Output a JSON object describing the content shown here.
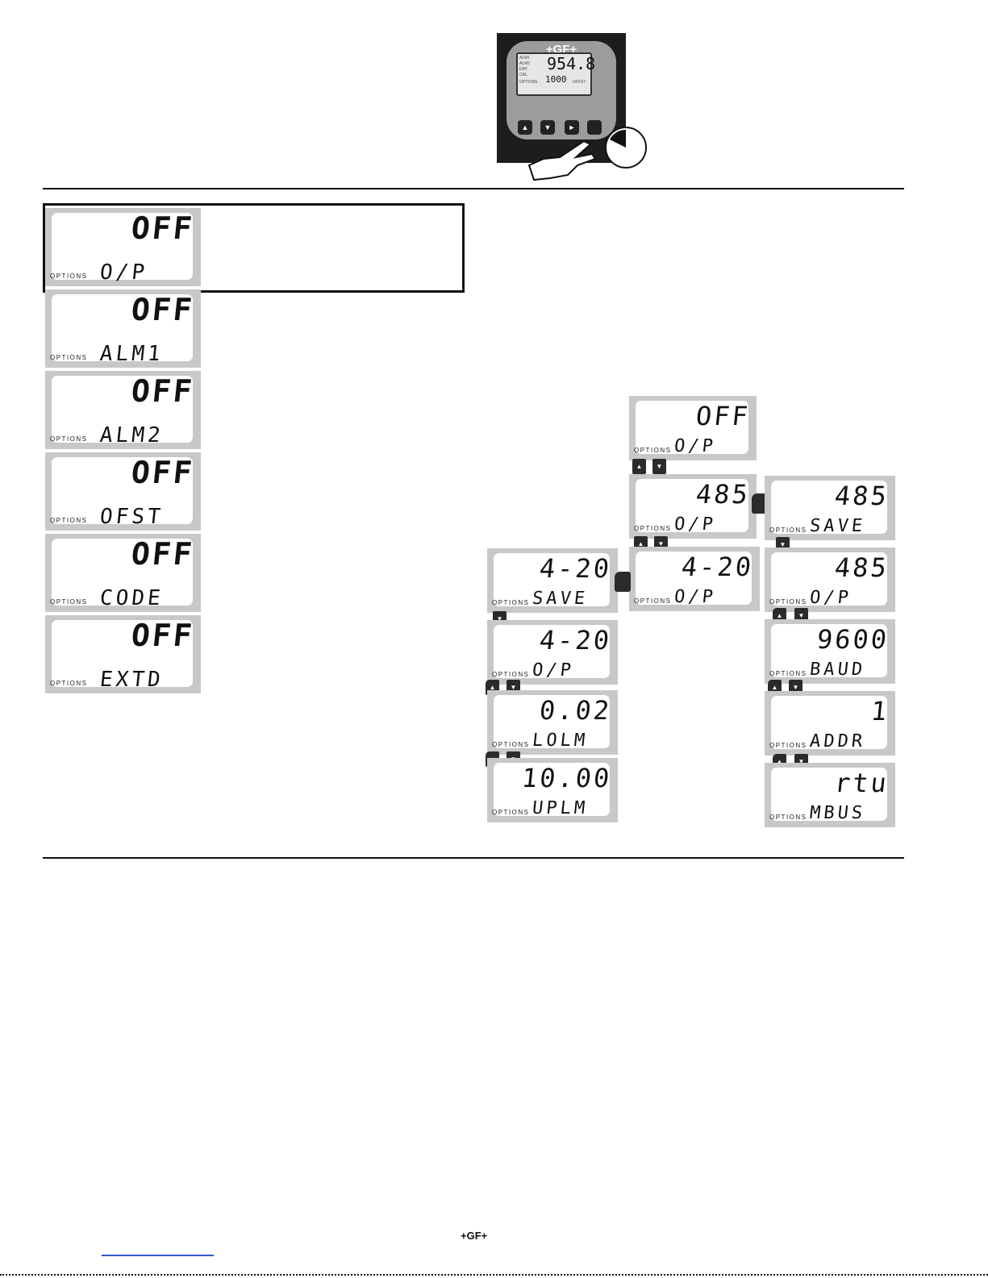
{
  "device": {
    "brand": "+GF+",
    "annunciators": [
      "ALM1",
      "ALM2",
      "DAY",
      "CAL",
      "OPTIONS",
      "OFFST"
    ],
    "main_value": "954.8",
    "secondary_value": "1000",
    "buttons": [
      "▲",
      "▼",
      "►",
      ""
    ]
  },
  "options_label": "OPTIONS",
  "menu_column": [
    {
      "value": "OFF",
      "label": "O/P"
    },
    {
      "value": "OFF",
      "label": "ALM1"
    },
    {
      "value": "OFF",
      "label": "ALM2"
    },
    {
      "value": "OFF",
      "label": "OFST"
    },
    {
      "value": "OFF",
      "label": "CODE"
    },
    {
      "value": "OFF",
      "label": "EXTD"
    }
  ],
  "flow": {
    "center": [
      {
        "value": "OFF",
        "label": "O/P"
      },
      {
        "value": "485",
        "label": "O/P"
      },
      {
        "value": "4-20",
        "label": "O/P"
      }
    ],
    "left": [
      {
        "value": "4-20",
        "label": "SAVE"
      },
      {
        "value": "4-20",
        "label": "O/P"
      },
      {
        "value": "0.02",
        "label": "LOLM"
      },
      {
        "value": "10.00",
        "label": "UPLM"
      }
    ],
    "right": [
      {
        "value": "485",
        "label": "SAVE"
      },
      {
        "value": "485",
        "label": "O/P"
      },
      {
        "value": "9600",
        "label": "BAUD"
      },
      {
        "value": "1",
        "label": "ADDR"
      },
      {
        "value": "rtu",
        "label": "MBUS"
      }
    ]
  },
  "keys": {
    "up": "▲",
    "down": "▼"
  },
  "footer": {
    "brand": "+GF+"
  }
}
